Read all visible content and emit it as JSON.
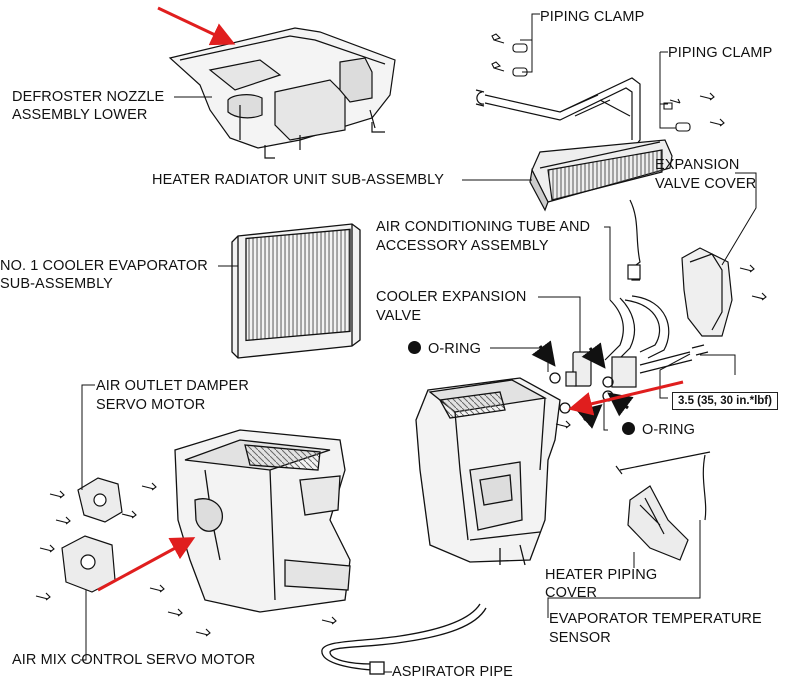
{
  "labels": {
    "piping_clamp_top": "PIPING CLAMP",
    "piping_clamp_right": "PIPING CLAMP",
    "defroster_1": "DEFROSTER NOZZLE",
    "defroster_2": "ASSEMBLY LOWER",
    "heater_radiator": "HEATER RADIATOR UNIT SUB-ASSEMBLY",
    "expansion_cover_1": "EXPANSION",
    "expansion_cover_2": "VALVE COVER",
    "ac_tube_1": "AIR CONDITIONING TUBE AND",
    "ac_tube_2": "ACCESSORY ASSEMBLY",
    "evaporator_1": "NO. 1 COOLER EVAPORATOR",
    "evaporator_2": "SUB-ASSEMBLY",
    "cooler_valve_1": "COOLER EXPANSION",
    "cooler_valve_2": "VALVE",
    "o_ring_upper": "O-RING",
    "o_ring_lower": "O-RING",
    "torque": "3.5 (35, 30 in.*lbf)",
    "air_outlet_1": "AIR OUTLET DAMPER",
    "air_outlet_2": "SERVO MOTOR",
    "heater_piping_1": "HEATER PIPING",
    "heater_piping_2": "COVER",
    "evap_temp_1": "EVAPORATOR TEMPERATURE",
    "evap_temp_2": "SENSOR",
    "air_mix": "AIR MIX CONTROL SERVO MOTOR",
    "aspirator": "ASPIRATOR PIPE"
  },
  "colors": {
    "arrow": "#e01e1e",
    "line": "#111111",
    "part_fill": "#f4f4f4",
    "part_shade": "#cfcfcf"
  }
}
